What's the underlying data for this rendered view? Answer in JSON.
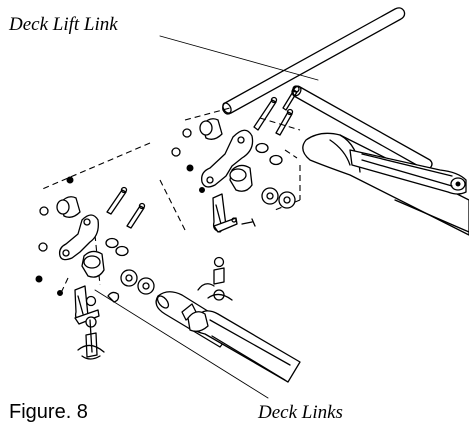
{
  "figure": {
    "label_figure": "Figure. 8",
    "label_deck_lift_link": "Deck Lift Link",
    "label_deck_links": "Deck Links"
  }
}
